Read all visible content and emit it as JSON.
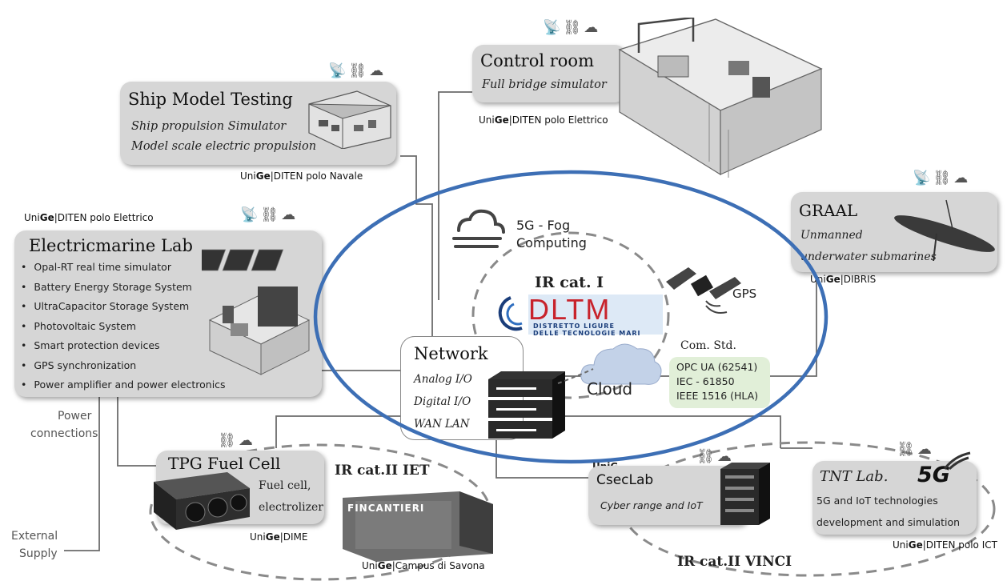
{
  "ship": {
    "title": "Ship Model Testing",
    "line1": "Ship propulsion Simulator",
    "line2": "Model scale electric propulsion",
    "aff_pre": "Uni",
    "aff_bold": "Ge",
    "aff_post": "|DITEN polo Navale"
  },
  "control": {
    "title": "Control room",
    "subtitle": "Full bridge simulator",
    "aff_pre": "Uni",
    "aff_bold": "Ge",
    "aff_post": "|DITEN polo Elettrico"
  },
  "electric": {
    "aff_pre": "Uni",
    "aff_bold": "Ge",
    "aff_post": "|DITEN polo Elettrico",
    "title": "Electricmarine Lab",
    "items": [
      "Opal-RT real time simulator",
      "Battery Energy Storage System",
      "UltraCapacitor Storage System",
      "Photovoltaic System",
      "Smart protection devices",
      "GPS synchronization",
      "Power amplifier and power electronics"
    ]
  },
  "graal": {
    "title": "GRAAL",
    "line1": "Unmanned",
    "line2": "underwater submarines",
    "aff_pre": "Uni",
    "aff_bold": "Ge",
    "aff_post": "|DIBRIS"
  },
  "fog": {
    "line1": "5G - Fog",
    "line2": "Computing"
  },
  "ircat1": "IR cat. I",
  "dltm": {
    "letters": "DLTM",
    "sub1": "DISTRETTO LIGURE",
    "sub2": "DELLE TECNOLOGIE MARI"
  },
  "gps": "GPS",
  "network": {
    "title": "Network",
    "line1": "Analog I/O",
    "line2": "Digital I/O",
    "line3": "WAN LAN"
  },
  "cloud": "Cloud",
  "comstd": {
    "title": "Com. Std.",
    "line1": "OPC UA (62541)",
    "line2": "IEC - 61850",
    "line3": "IEEE 1516 (HLA)"
  },
  "power": {
    "line1": "Power",
    "line2": "connections"
  },
  "external": {
    "line1": "External",
    "line2": "Supply"
  },
  "tpg": {
    "title": "TPG Fuel Cell",
    "line1": "Fuel cell,",
    "line2": "electrolizer",
    "aff_pre": "Uni",
    "aff_bold": "Ge",
    "aff_post": "|DIME"
  },
  "iet": {
    "title": "IR cat.II IET",
    "aff_pre": "Uni",
    "aff_bold": "Ge",
    "aff_post": "|Campus di Savona",
    "container_text": "FINCANTIERI"
  },
  "csec": {
    "title": "CsecLab",
    "subtitle": "Cyber range  and IoT",
    "partial": "UniG"
  },
  "tnt": {
    "title": "TNT Lab.",
    "badge": "5G",
    "line1": "5G and IoT technologies",
    "line2": "development and simulation",
    "aff_pre": "Uni",
    "aff_bold": "Ge",
    "aff_post": "|DITEN polo ICT"
  },
  "vinci": "IR cat.II VINCI",
  "icon_names": [
    "satellite-dish-icon",
    "antenna-icon",
    "tree-icon"
  ]
}
